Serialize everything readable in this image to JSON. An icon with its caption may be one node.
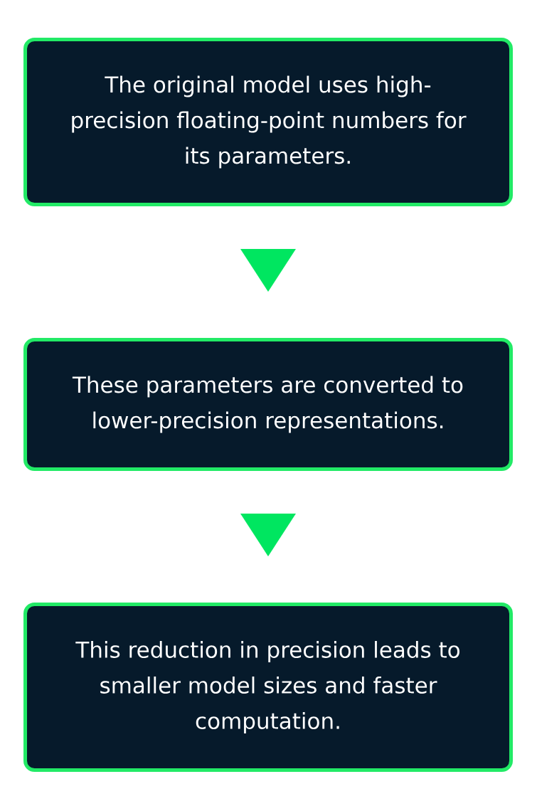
{
  "diagram": {
    "nodes": [
      {
        "text": [
          "The original model uses high-precision floating-point numbers for its parameters."
        ]
      },
      {
        "text": [
          "These parameters are converted to lower-precision representations."
        ]
      },
      {
        "text": [
          "This reduction in precision leads to smaller model sizes and faster computation."
        ]
      }
    ],
    "edges": [
      {
        "from": 0,
        "to": 1,
        "arrow": "to"
      },
      {
        "from": 1,
        "to": 2,
        "arrow": "to"
      }
    ]
  }
}
